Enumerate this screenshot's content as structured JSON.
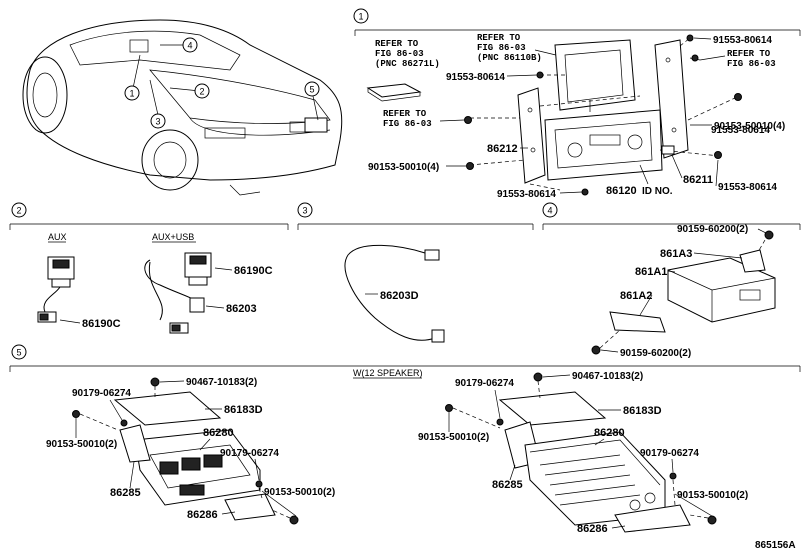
{
  "sections": {
    "s1": {
      "num": "1"
    },
    "s2": {
      "num": "2",
      "aux": "AUX",
      "auxusb": "AUX+USB"
    },
    "s3": {
      "num": "3"
    },
    "s4": {
      "num": "4"
    },
    "s5": {
      "num": "5",
      "w12": "W(12 SPEAKER)"
    }
  },
  "car_callouts": [
    "1",
    "2",
    "3",
    "4",
    "5"
  ],
  "s1": {
    "refer1": [
      "REFER TO",
      "FIG 86-03",
      "(PNC 86271L)"
    ],
    "refer2": [
      "REFER TO",
      "FIG 86-03",
      "(PNC 86110B)"
    ],
    "refer3": [
      "REFER TO",
      "FIG 86-03"
    ],
    "refer4": [
      "REFER TO",
      "FIG 86-03"
    ],
    "p91553a": "91553-80614",
    "p91553b": "91553-80614",
    "p91553c": "91553-80614",
    "p91553d": "91553-80614",
    "p91553e": "91553-80614",
    "p90153a": "90153-50010(4)",
    "p90153b": "90153-50010(4)",
    "p86212": "86212",
    "p86211": "86211",
    "p86120": "86120",
    "idno": "ID NO."
  },
  "s2": {
    "p86190c_a": "86190C",
    "p86190c_b": "86190C",
    "p86203": "86203"
  },
  "s3": {
    "p86203d": "86203D"
  },
  "s4": {
    "p90159a": "90159-60200(2)",
    "p861a3": "861A3",
    "p861a1": "861A1",
    "p861a2": "861A2",
    "p90159b": "90159-60200(2)"
  },
  "s5": {
    "l90179a": "90179-06274",
    "l90467": "90467-10183(2)",
    "l86183d": "86183D",
    "l90153a": "90153-50010(2)",
    "l86280": "86280",
    "l90179b": "90179-06274",
    "l86285": "86285",
    "l90153b": "90153-50010(2)",
    "l86286": "86286",
    "r90179a": "90179-06274",
    "r90467": "90467-10183(2)",
    "r86183d": "86183D",
    "r90153a": "90153-50010(2)",
    "r86280": "86280",
    "r90179b": "90179-06274",
    "r86285": "86285",
    "r90153b": "90153-50010(2)",
    "r86286": "86286"
  },
  "figure_id": "865156A"
}
